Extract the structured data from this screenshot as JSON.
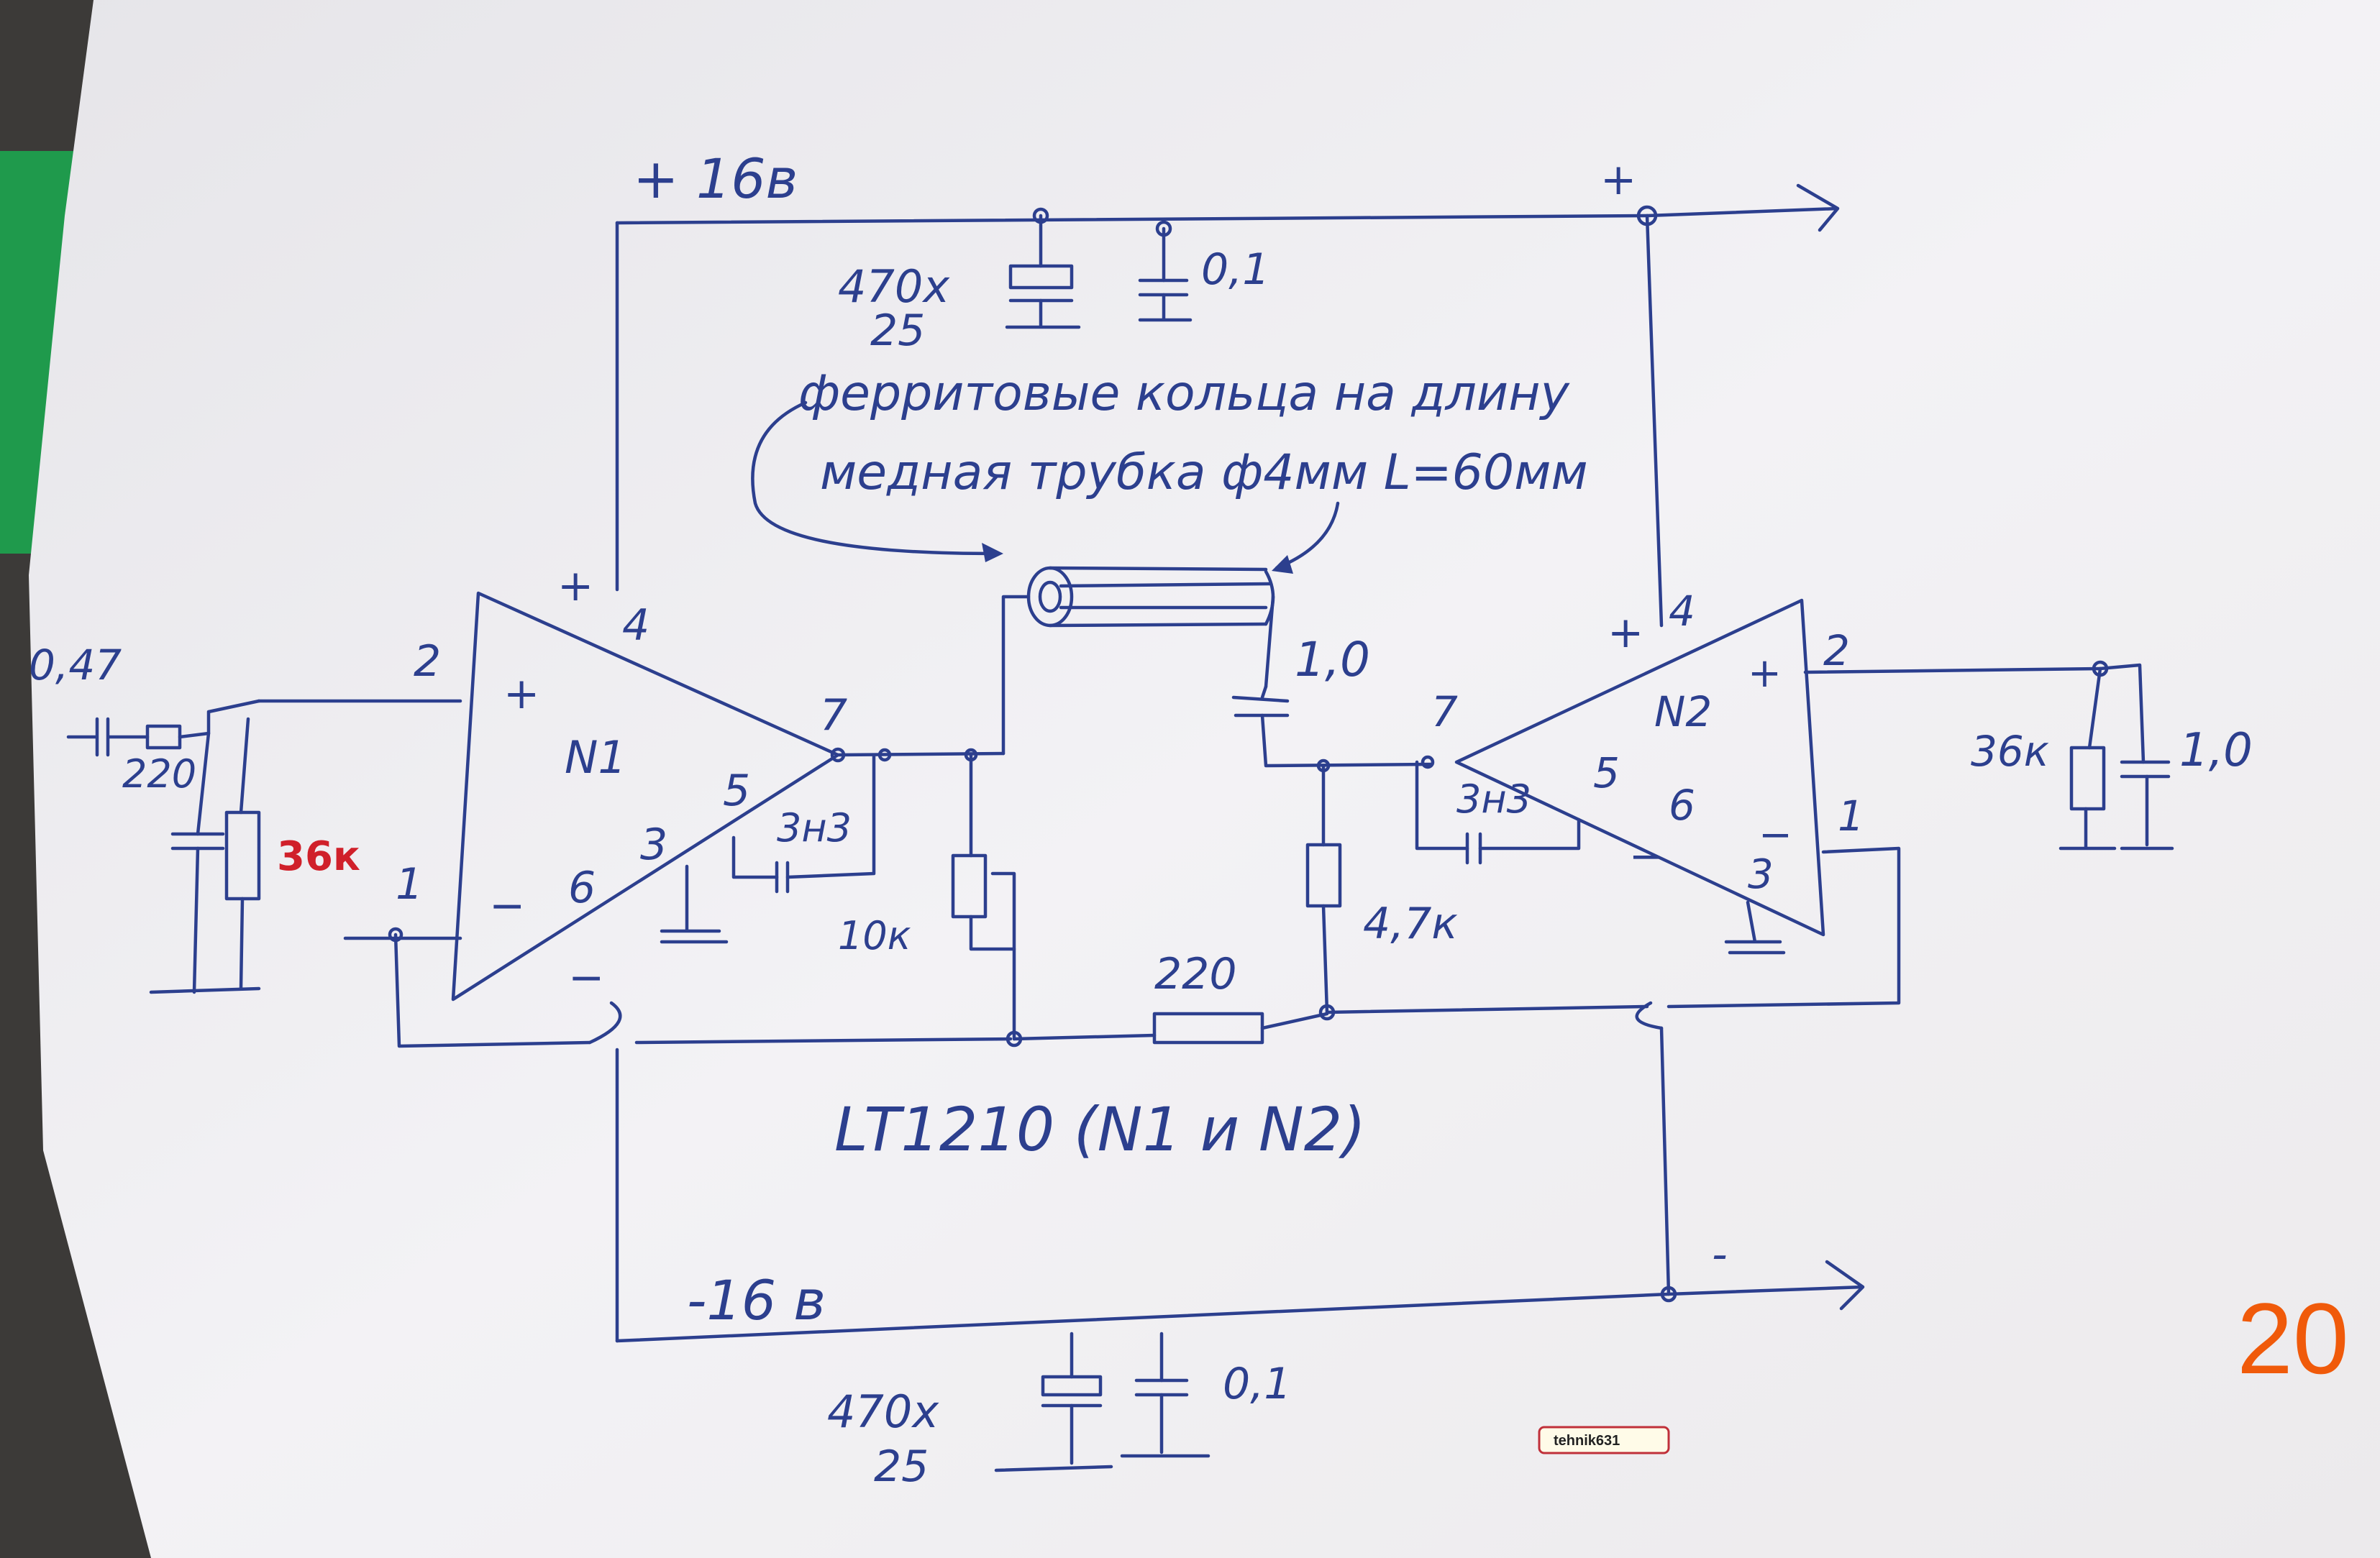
{
  "schematic": {
    "supply_pos": "+ 16в",
    "supply_neg": "-16 в",
    "plus_sign": "+",
    "minus_sign": "-",
    "note_line1": "ферритовые кольца на длину",
    "note_line2": "медная трубка ф4мм L=60мм",
    "chip_label": "LT1210 (N1 и N2)",
    "amp1": {
      "name": "N1",
      "pin2": "2",
      "pin4": "4",
      "pin7": "7",
      "pin5": "5",
      "pin3": "3",
      "pin6": "6",
      "pin1": "1",
      "plus": "+",
      "minus": "−"
    },
    "amp2": {
      "name": "N2",
      "pin2": "2",
      "pin4": "4",
      "pin7": "7",
      "pin5": "5",
      "pin3": "3",
      "pin6": "6",
      "pin1": "1",
      "plus": "+",
      "minus": "−"
    },
    "components": {
      "c_in": "0,47",
      "r_in": "220",
      "r_in_shunt": "36к",
      "c_top_big_1": "470х",
      "c_top_big_2": "25",
      "c_top_small": "0,1",
      "c_bot_big_1": "470х",
      "c_bot_big_2": "25",
      "c_bot_small": "0,1",
      "c_comp_1": "3н3",
      "c_comp_2": "3н3",
      "pot": "10к",
      "r_bridge": "220",
      "c_coupling": "1,0",
      "r_mid": "4,7к",
      "r_out": "36к",
      "c_out": "1,0"
    }
  },
  "watermark": "tehnik631",
  "page_number": "20",
  "colors": {
    "ink": "#2c3f8e",
    "paper": "#f1f0f2",
    "red": "#d0202a",
    "page_number": "#f05a0a",
    "background": "#3c3a38",
    "green_patch": "#1f9a4c"
  }
}
